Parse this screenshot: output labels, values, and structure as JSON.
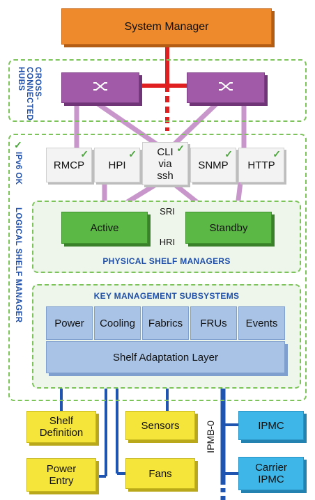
{
  "system_manager": {
    "label": "System Manager"
  },
  "hubs": {
    "label": "CROSS-CONNECTED HUBS",
    "items": [
      {
        "icon": "crossover-switch-icon"
      },
      {
        "icon": "crossover-switch-icon"
      }
    ]
  },
  "logical_shelf_manager": {
    "label": "LOGICAL SHELF MANAGER",
    "ipv6_label": "IPv6 OK",
    "interfaces": [
      {
        "label": "RMCP",
        "checked": true
      },
      {
        "label": "HPI",
        "checked": true
      },
      {
        "label": "CLI\nvia\nssh",
        "checked": true
      },
      {
        "label": "SNMP",
        "checked": true
      },
      {
        "label": "HTTP",
        "checked": true
      }
    ]
  },
  "physical_shelf_managers": {
    "title": "PHYSICAL SHELF MANAGERS",
    "active_label": "Active",
    "standby_label": "Standby",
    "sri_label": "SRI",
    "hri_label": "HRI"
  },
  "key_management": {
    "title": "KEY MANAGEMENT SUBSYSTEMS",
    "subsystems": [
      "Power",
      "Cooling",
      "Fabrics",
      "FRUs",
      "Events"
    ],
    "adaptation_layer": "Shelf Adaptation Layer"
  },
  "peripherals": {
    "shelf_definition": "Shelf\nDefinition",
    "sensors": "Sensors",
    "power_entry": "Power\nEntry",
    "fans": "Fans",
    "ipmc": "IPMC",
    "carrier_ipmc": "Carrier\nIPMC",
    "bus_label": "IPMB-0"
  },
  "colors": {
    "orange": "#ef8a2c",
    "purple": "#a05aa8",
    "green": "#5cb845",
    "light_blue": "#a9c3e6",
    "yellow": "#f5e43a",
    "cyan": "#3fb6e8",
    "dash_green": "#7cc35a",
    "label_blue": "#1f4fa8",
    "link_red": "#e02020",
    "link_pink": "#c996cc",
    "link_blue": "#1f55b0"
  }
}
